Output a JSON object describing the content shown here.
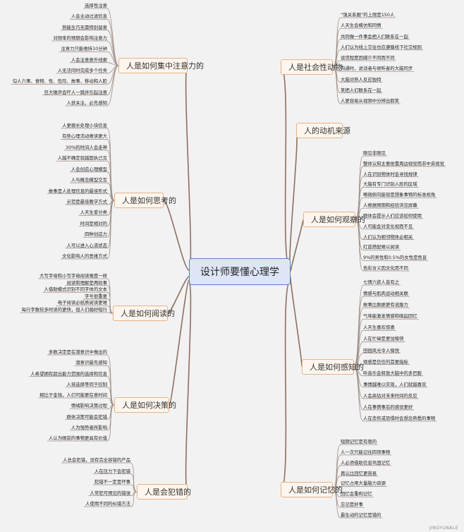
{
  "central": "设计师要懂心理学",
  "watermark": "JINGYUNALE",
  "branches": [
    {
      "label": "人是如何集中注意力的",
      "side": "left",
      "leaves": [
        "选择性注意",
        "人会主动过滤信息",
        "熟能生巧无需特别留意",
        "对频率的预期会影响注意力",
        "注意力只能维持10分钟",
        "人会注意意外线索",
        "人无法同时完成多个任务",
        "勾人六事、食物、性、危险、故事、移动和人脸",
        "巨大噪声会吓人一跳并引起注意",
        "人获关注，必先感知"
      ]
    },
    {
      "label": "人是如何思考的",
      "side": "left",
      "leaves": [
        "人更擅长处理小块信息",
        "有些心理活动难读更大",
        "30%的时间人会走神",
        "人越不确定就越固执己见",
        "人会创造心理模型",
        "人与概念模型交互",
        "故事是人处理信息的最佳形式",
        "示范是最佳教学方式",
        "人天生爱分类",
        "时间是相对的",
        "四种创造力",
        "人可以进入心流状态",
        "文化影响人的思维方式"
      ]
    },
    {
      "label": "人是如何阅读的",
      "side": "left",
      "leaves": [
        "大写字母和小写字母阅读难度一样",
        "阅读和理解是两码事",
        "人借助模式识别不同字体的文本",
        "字号很重要",
        "电子阅读必纸质阅读更难",
        "每行字数较多时读的更快，但人们偏好短行"
      ]
    },
    {
      "label": "人是如何决策的",
      "side": "left",
      "leaves": [
        "多数决定是在潜意识中做出的",
        "潜意识最先感知",
        "人希望拥有超出能力范围的选择和信息",
        "人将选择等同于控制",
        "相比于金钱，人们可能更在意时间",
        "情绪影响决策过程",
        "群体决策可能会犯错",
        "人为强势者所影响",
        "人认为眼前的事物更具有价值"
      ]
    },
    {
      "label": "人是会犯错的",
      "side": "left",
      "leaves": [
        "人总会犯错，没有完全容错的产品",
        "人在压力下会犯错",
        "犯错不一定是坏事",
        "人常犯可预见的错误",
        "人使用不同的纠错方法"
      ]
    },
    {
      "label": "人是社会性动物",
      "side": "right",
      "leaves": [
        "“强关系圈”的上限是150人",
        "人天生会模仿和同情",
        "共同做一件事会把人们联系在一起",
        "人们认为线上交往也应遵循线下社交规则",
        "说谎程度因媒介不同而不同",
        "沟通时，说话者与倾听者的大脑同步",
        "大脑对熟人反应独特",
        "笑把人们联系在一起",
        "人更容易从视频中分辨出假笑"
      ]
    },
    {
      "label": "人的动机来源",
      "side": "right",
      "leaves": []
    },
    {
      "label": "人是如何观察的",
      "side": "right",
      "leaves": [
        "眼见非眼见",
        "整体认知主要依靠周边视觉而非中央视觉",
        "人在识别物体时会寻找规律",
        "大脑有专门识别人脸的区域",
        "略微俯向能现是想象事物的标准视角",
        "人根据预期和经验浏览屏幕",
        "物体会提示人们应该如何使用",
        "人可能会对变化视而不见",
        "人们认为相邻物体必相关",
        "红蓝搭配难以阅读",
        "9%的男性和0.5%的女性是色盲",
        "色彩含义因文化而不同"
      ]
    },
    {
      "label": "人是如何感知的",
      "side": "right",
      "leaves": [
        "七情六欲人皆有之",
        "情感与肌肉运动相关联",
        "故事比数据更有说服力",
        "气味能激发情感和唤起回忆",
        "人天生喜欢惊喜",
        "人在忙碌是更加愉快",
        "田园风光令人愉悦",
        "观感是信任的首要指标",
        "听音乐会释放大脑中的多巴胺",
        "事情越难以实现，人们就越喜欢",
        "人会高估对未来时间的反应",
        "人在事情事后的感觉更好",
        "人在悲伤或恐惧时会想念熟悉的事物"
      ]
    },
    {
      "label": "人是如何记忆的",
      "side": "right",
      "leaves": [
        "短期记忆是有限的",
        "人一次只能记住四项事物",
        "人必须借助信息巩固记忆",
        "再认比回忆更容易",
        "记忆占用大量脑力资源",
        "回忆会重构记忆",
        "忘记是好事",
        "最生动的记忆是错的"
      ]
    }
  ]
}
